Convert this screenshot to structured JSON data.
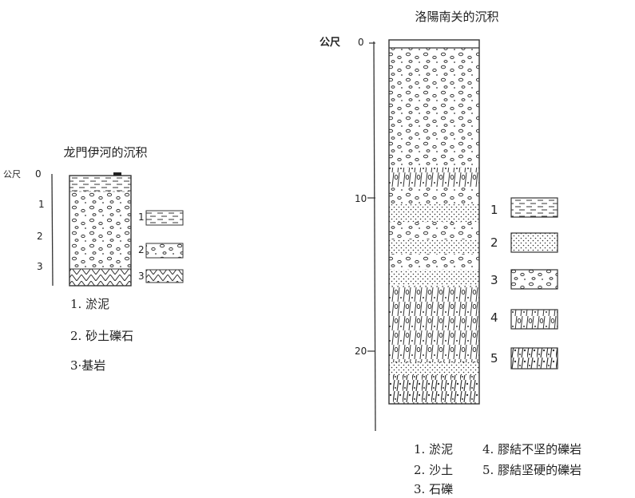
{
  "left_column": {
    "title": "龙門伊河的沉积",
    "unit": "公尺",
    "depth_ticks": [
      "0",
      "1",
      "2",
      "3"
    ],
    "legend_numbers": [
      "1",
      "2",
      "3"
    ],
    "legend_items": [
      "1. 淤泥",
      "2. 砂土礫石",
      "3·基岩"
    ]
  },
  "right_column": {
    "title": "洛陽南关的沉积",
    "unit": "公尺",
    "depth_ticks": [
      "0",
      "10",
      "20"
    ],
    "legend_numbers": [
      "1",
      "2",
      "3",
      "4",
      "5"
    ],
    "legend_items_left": [
      "1. 淤泥",
      "2. 沙土",
      "3. 石礫"
    ],
    "legend_items_right": [
      "4. 膠結不坚的礫岩",
      "5. 膠結坚硬的礫岩"
    ]
  }
}
